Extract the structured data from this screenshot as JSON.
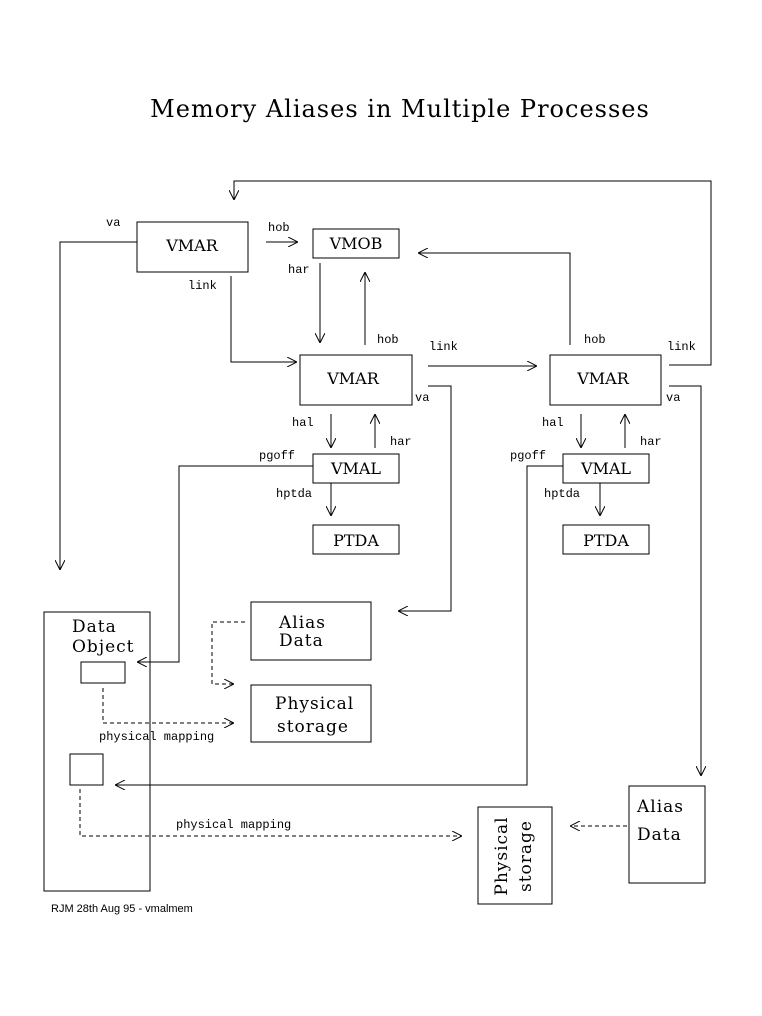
{
  "title": "Memory Aliases in Multiple Processes",
  "footer": "RJM 28th Aug 95 - vmalmem",
  "boxes": {
    "vmar_top": "VMAR",
    "vmob": "VMOB",
    "vmar_mid": "VMAR",
    "vmar_right": "VMAR",
    "vmal_mid": "VMAL",
    "vmal_right": "VMAL",
    "ptda_mid": "PTDA",
    "ptda_right": "PTDA",
    "data_object": [
      "Data",
      "Object"
    ],
    "alias_data_mid": [
      "Alias",
      "Data"
    ],
    "physical_storage_mid": [
      "Physical",
      "storage"
    ],
    "alias_data_right": [
      "Alias",
      "Data"
    ],
    "physical_storage_right": [
      "Physical",
      "storage"
    ]
  },
  "labels": {
    "va_top": "va",
    "hob_top": "hob",
    "link_top": "link",
    "har_vmob": "har",
    "hob_mid": "hob",
    "link_mid": "link",
    "va_mid": "va",
    "hal_mid": "hal",
    "har_mid": "har",
    "pgoff_mid": "pgoff",
    "hptda_mid": "hptda",
    "hob_right": "hob",
    "link_right": "link",
    "va_right": "va",
    "hal_right": "hal",
    "har_right": "har",
    "pgoff_right": "pgoff",
    "hptda_right": "hptda",
    "physical_mapping_1": "physical mapping",
    "physical_mapping_2": "physical mapping"
  }
}
